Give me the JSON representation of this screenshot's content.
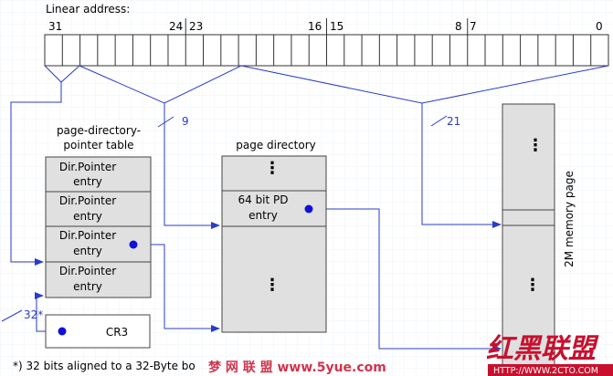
{
  "linear_address": {
    "title": "Linear address:",
    "bit_labels": [
      "31",
      "24",
      "23",
      "16",
      "15",
      "8",
      "7",
      "0"
    ]
  },
  "pdpt": {
    "title_line1": "page-directory-",
    "title_line2": "pointer table",
    "entries": [
      {
        "line1": "Dir.Pointer",
        "line2": "entry"
      },
      {
        "line1": "Dir.Pointer",
        "line2": "entry"
      },
      {
        "line1": "Dir.Pointer",
        "line2": "entry"
      },
      {
        "line1": "Dir.Pointer",
        "line2": "entry"
      }
    ]
  },
  "page_directory": {
    "title": "page directory",
    "entry_line1": "64 bit PD",
    "entry_line2": "entry",
    "ellipsis": "⋮"
  },
  "memory_page": {
    "label": "2M memory page",
    "ellipsis": "⋮"
  },
  "cr3": {
    "label": "CR3"
  },
  "field_widths": {
    "pdpt_index": "32*",
    "pd_index": "9",
    "offset": "21"
  },
  "footnote": "*) 32 bits aligned to a 32-Byte bo",
  "watermark": {
    "overlay": "梦 网 联 盟   www.5yue.com",
    "brand": "红黑联盟",
    "url": "HTTP://WWW.2CTO.COM"
  },
  "colors": {
    "line_blue": "#2a3cc8",
    "box_gray": "#e0e0e0",
    "watermark_red": "#c8102e"
  }
}
